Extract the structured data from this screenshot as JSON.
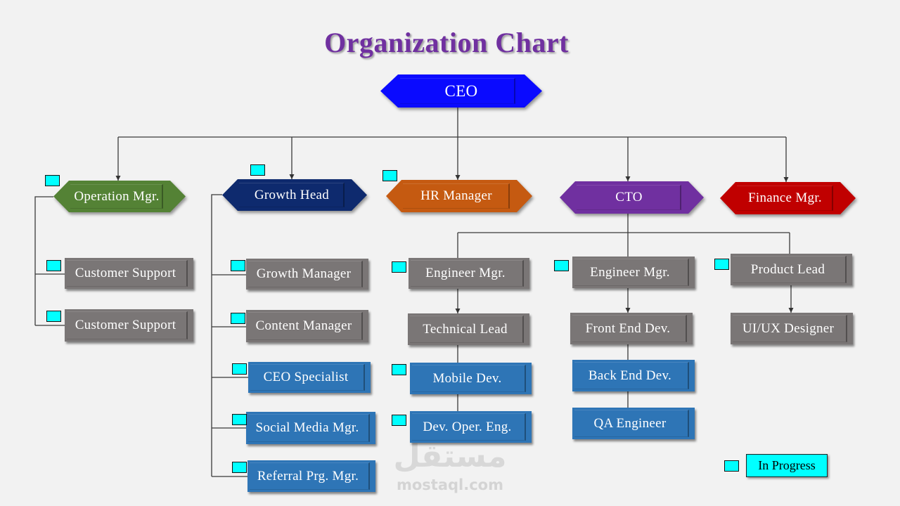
{
  "title": "Organization Chart",
  "ceo": {
    "label": "CEO",
    "color": "#0a0aff"
  },
  "departments": {
    "operation": {
      "label": "Operation Mgr.",
      "color": "#548235",
      "in_progress": true,
      "staff": [
        {
          "label": "Customer Support",
          "color": "#7a7676",
          "in_progress": true
        },
        {
          "label": "Customer Support",
          "color": "#7a7676",
          "in_progress": true
        }
      ]
    },
    "growth": {
      "label": "Growth Head",
      "color": "#0e2a6e",
      "in_progress": true,
      "staff": [
        {
          "label": "Growth Manager",
          "color": "#7a7676",
          "in_progress": true
        },
        {
          "label": "Content Manager",
          "color": "#7a7676",
          "in_progress": true
        },
        {
          "label": "CEO Specialist",
          "color": "#2e75b6",
          "in_progress": true
        },
        {
          "label": "Social Media Mgr.",
          "color": "#2e75b6",
          "in_progress": true
        },
        {
          "label": "Referral Prg. Mgr.",
          "color": "#2e75b6",
          "in_progress": true
        }
      ]
    },
    "hr": {
      "label": "HR Manager",
      "color": "#c55a11",
      "in_progress": true
    },
    "cto": {
      "label": "CTO",
      "color": "#7030a0",
      "in_progress": false,
      "teams": [
        {
          "manager": {
            "label": "Engineer Mgr.",
            "color": "#7a7676",
            "in_progress": true
          },
          "lead": {
            "label": "Technical Lead",
            "color": "#7a7676",
            "in_progress": false
          },
          "members": [
            {
              "label": "Mobile Dev.",
              "color": "#2e75b6",
              "in_progress": true
            },
            {
              "label": "Dev. Oper. Eng.",
              "color": "#2e75b6",
              "in_progress": true
            }
          ]
        },
        {
          "manager": {
            "label": "Engineer Mgr.",
            "color": "#7a7676",
            "in_progress": true
          },
          "lead": {
            "label": "Front End Dev.",
            "color": "#7a7676",
            "in_progress": false
          },
          "members": [
            {
              "label": "Back End Dev.",
              "color": "#2e75b6",
              "in_progress": false
            },
            {
              "label": "QA Engineer",
              "color": "#2e75b6",
              "in_progress": false
            }
          ]
        },
        {
          "manager": {
            "label": "Product Lead",
            "color": "#7a7676",
            "in_progress": true
          },
          "lead": {
            "label": "UI/UX Designer",
            "color": "#7a7676",
            "in_progress": false
          },
          "members": []
        }
      ]
    },
    "finance": {
      "label": "Finance Mgr.",
      "color": "#c00000",
      "in_progress": false
    }
  },
  "legend": {
    "label": "In Progress",
    "color": "#00ffff"
  },
  "watermark": {
    "logo_text": "مستقل",
    "site": "mostaql.com"
  }
}
